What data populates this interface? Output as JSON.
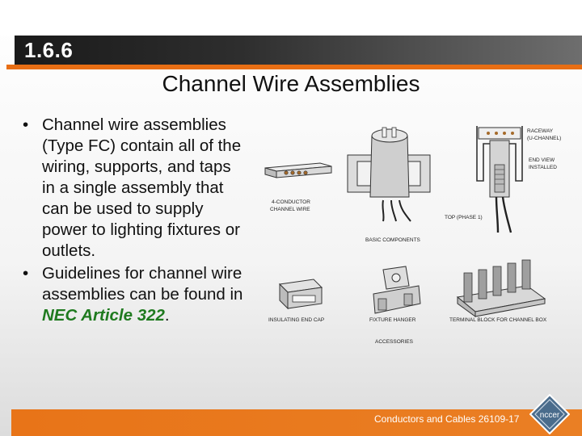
{
  "header": {
    "section_number": "1.6.6",
    "title": "Channel Wire Assemblies"
  },
  "bullets": [
    {
      "text": "Channel wire assemblies (Type FC) contain all of the wiring, supports, and taps in a single assembly that can be used to supply power to lighting fixtures or outlets."
    },
    {
      "prefix": "Guidelines for channel wire assemblies can be found in ",
      "emph": "NEC Article 322",
      "suffix": "."
    }
  ],
  "diagram": {
    "labels": {
      "raceway": "RACEWAY",
      "u_channel": "(U-CHANNEL)",
      "end_view": "END VIEW",
      "installed": "INSTALLED",
      "four_conductor": "4-CONDUCTOR",
      "channel_wire": "CHANNEL WIRE",
      "top_phase": "TOP (PHASE 1)",
      "basic_components": "BASIC COMPONENTS",
      "insulating_end_cap": "INSULATING END CAP",
      "fixture_hanger": "FIXTURE HANGER",
      "terminal_block": "TERMINAL BLOCK FOR CHANNEL BOX",
      "accessories": "ACCESSORIES"
    }
  },
  "footer": {
    "text": "Conductors and Cables 26109-17",
    "logo_text": "nccer"
  },
  "colors": {
    "accent": "#e86e14",
    "nec_text": "#1f7a1f",
    "title_band": "#1a1a1a"
  }
}
